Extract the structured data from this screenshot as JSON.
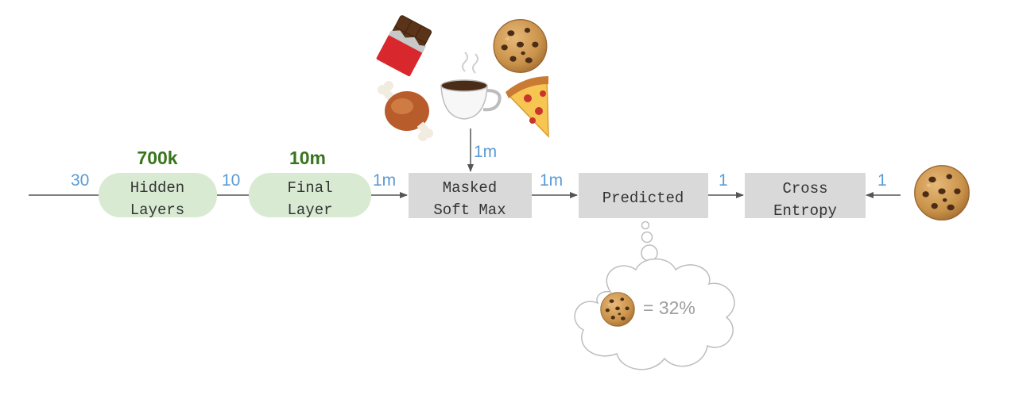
{
  "nodes": {
    "hidden": {
      "line1": "Hidden",
      "line2": "Layers"
    },
    "final": {
      "line1": "Final",
      "line2": "Layer"
    },
    "masked": {
      "line1": "Masked",
      "line2": "Soft Max"
    },
    "predicted": {
      "line1": "Predicted"
    },
    "cross": {
      "line1": "Cross",
      "line2": "Entropy"
    }
  },
  "dims": {
    "input": "30",
    "hidden_to_final": "10",
    "final_to_masked": "1m",
    "mask_in": "1m",
    "masked_to_predicted": "1m",
    "predicted_to_cross": "1",
    "target_to_cross": "1"
  },
  "params": {
    "hidden": "700k",
    "final": "10m"
  },
  "thought": {
    "value": "= 32%"
  },
  "icons": [
    "chocolate-bar-icon",
    "cookie-icon",
    "meat-on-bone-icon",
    "coffee-cup-icon",
    "pizza-slice-icon",
    "cookie-icon"
  ],
  "colors": {
    "green_node": "#d9ead3",
    "gray_node": "#d9d9d9",
    "dim_blue": "#5b9bd5",
    "param_green": "#38761d"
  }
}
